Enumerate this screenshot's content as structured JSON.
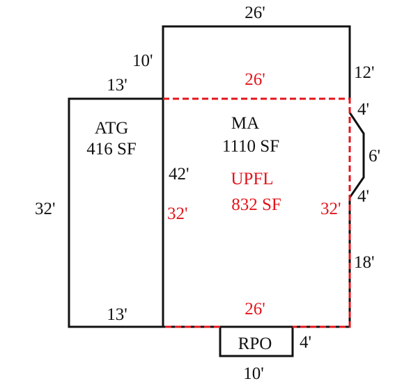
{
  "rooms": {
    "atg": {
      "name": "ATG",
      "area": "416 SF"
    },
    "ma": {
      "name": "MA",
      "area": "1110 SF"
    },
    "upfl": {
      "name": "UPFL",
      "area": "832 SF"
    },
    "rpo": {
      "name": "RPO"
    }
  },
  "dimensions": {
    "top": "26'",
    "ma_left_upper": "10'",
    "ma_right_upper": "12'",
    "atg_top": "13'",
    "upfl_top": "26'",
    "bay_upper": "4'",
    "bay_middle": "6'",
    "bay_lower": "4'",
    "ma_left": "42'",
    "atg_left": "32'",
    "upfl_left": "32'",
    "upfl_right": "32'",
    "right_lower": "18'",
    "atg_bottom": "13'",
    "upfl_bottom": "26'",
    "rpo_side": "4'",
    "rpo_bottom": "10'"
  },
  "colors": {
    "lines": "#111111",
    "upper_floor": "#e3141b"
  }
}
